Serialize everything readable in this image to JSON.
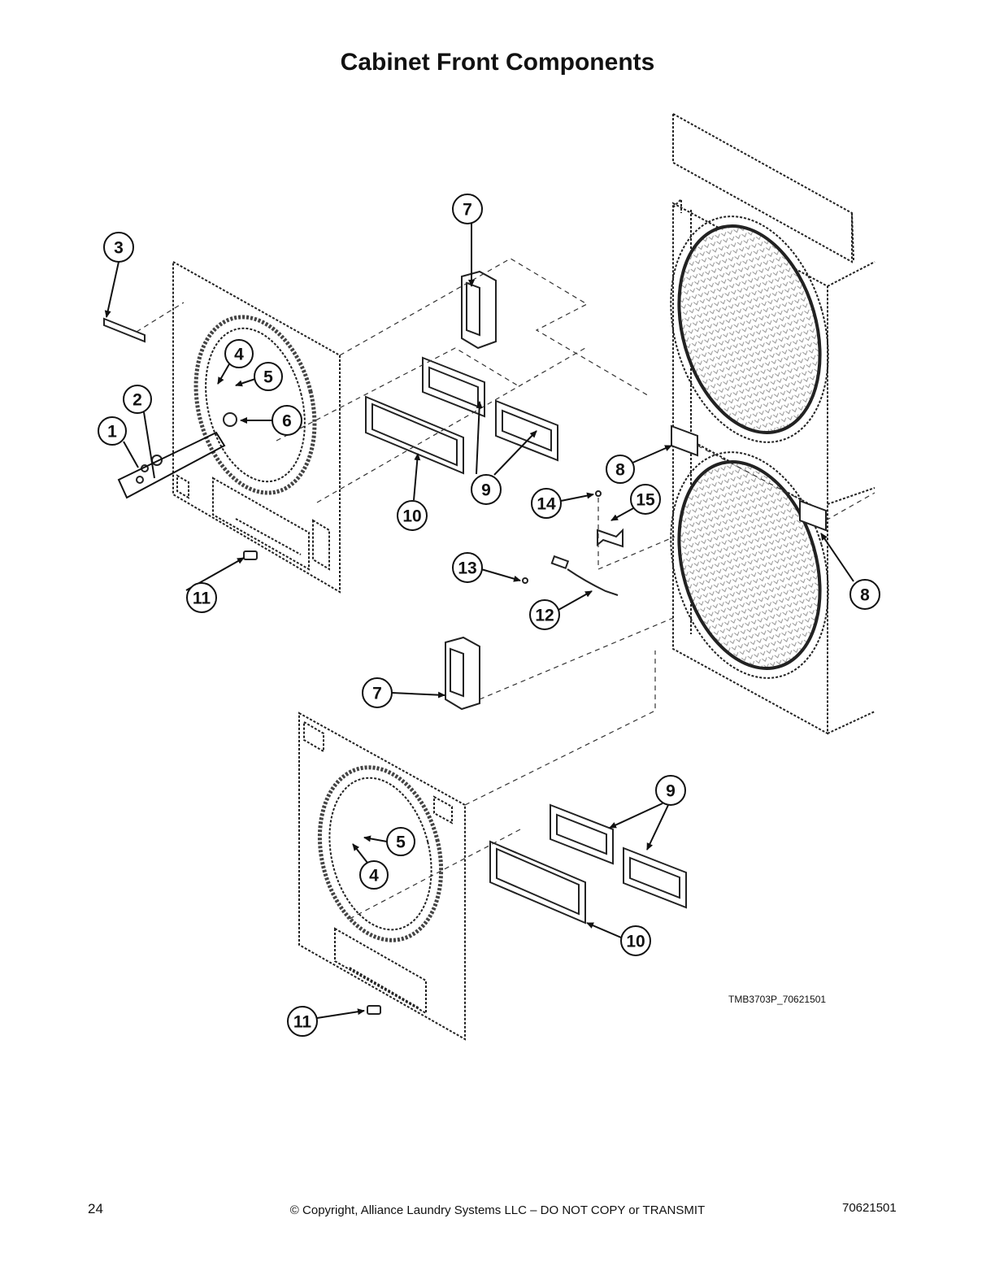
{
  "header": {
    "title": "Cabinet Front Components"
  },
  "diagram": {
    "figure_code": "TMB3703P_70621501",
    "callouts": [
      "1",
      "2",
      "3",
      "4",
      "5",
      "6",
      "7",
      "8",
      "9",
      "10",
      "11",
      "12",
      "13",
      "14",
      "15"
    ],
    "callout_instances": [
      {
        "label": "3"
      },
      {
        "label": "4"
      },
      {
        "label": "5"
      },
      {
        "label": "2"
      },
      {
        "label": "1"
      },
      {
        "label": "6"
      },
      {
        "label": "7"
      },
      {
        "label": "9"
      },
      {
        "label": "10"
      },
      {
        "label": "11"
      },
      {
        "label": "8"
      },
      {
        "label": "14"
      },
      {
        "label": "15"
      },
      {
        "label": "13"
      },
      {
        "label": "12"
      },
      {
        "label": "8"
      },
      {
        "label": "7"
      },
      {
        "label": "9"
      },
      {
        "label": "5"
      },
      {
        "label": "4"
      },
      {
        "label": "10"
      },
      {
        "label": "11"
      }
    ]
  },
  "footer": {
    "page_number": "24",
    "copyright": "© Copyright, Alliance Laundry Systems LLC – DO NOT COPY or TRANSMIT",
    "doc_number": "70621501"
  }
}
